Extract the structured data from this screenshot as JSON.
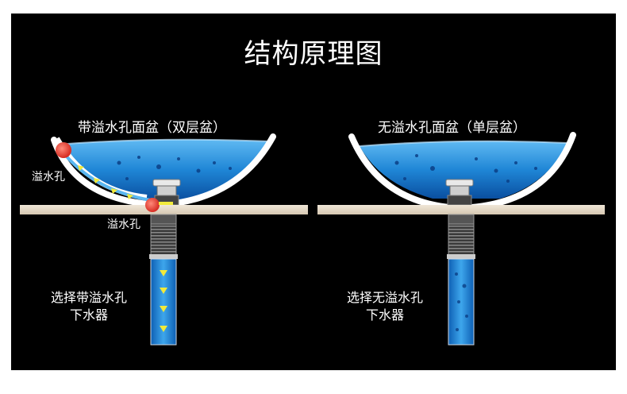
{
  "title": "结构原理图",
  "left": {
    "subtitle": "带溢水孔面盆（双层盆）",
    "overflow_label_top": "溢水孔",
    "overflow_label_drain": "溢水孔",
    "drain_caption": [
      "选择带溢水孔",
      "下水器"
    ]
  },
  "right": {
    "subtitle": "无溢水孔面盆（单层盆）",
    "drain_caption": [
      "选择无溢水孔",
      "下水器"
    ]
  },
  "colors": {
    "background": "#000000",
    "water": "#1e7fd0",
    "counter": "#e7dccb",
    "basin_wall": "#ffffff",
    "overflow_marker": "#e8433a",
    "flow_arrow": "#f2ea3a"
  }
}
